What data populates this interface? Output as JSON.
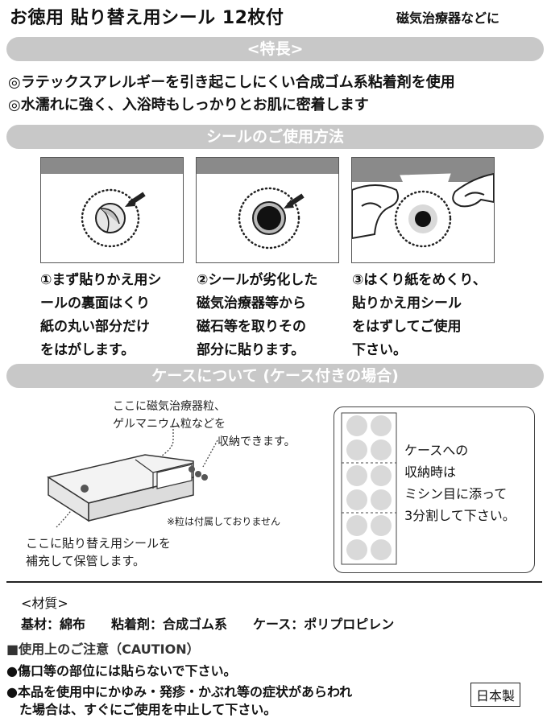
{
  "header": {
    "title": "お徳用 貼り替え用シール 12枚付",
    "subtitle": "磁気治療器などに"
  },
  "features": {
    "heading": "<特長>",
    "items": [
      "◎ラテックスアレルギーを引き起こしにくい合成ゴム系粘着剤を使用",
      "◎水濡れに強く、入浴時もしっかりとお肌に密着します"
    ]
  },
  "usage": {
    "heading": "シールのご使用方法",
    "steps": [
      {
        "lines": [
          "①まず貼りかえ用シ",
          "ールの裏面はくり",
          "紙の丸い部分だけ",
          "をはがします。"
        ]
      },
      {
        "lines": [
          "②シールが劣化した",
          "磁気治療器等から",
          "磁石等を取りその",
          "部分に貼ります。"
        ]
      },
      {
        "lines": [
          "③はくり紙をめくり、",
          "貼りかえ用シール",
          "をはずしてご使用",
          "下さい。"
        ]
      }
    ]
  },
  "case": {
    "heading": "ケースについて (ケース付きの場合)",
    "note_top": [
      "ここに磁気治療器粒、",
      "ゲルマニウム粒などを",
      "収納できます。"
    ],
    "note_small": "※粒は付属しておりません",
    "note_bottom": [
      "ここに貼り替え用シールを",
      "補充して保管します。"
    ],
    "sheet_note": [
      "ケースへの",
      "収納時は",
      "ミシン目に添って",
      "3分割して下さい。"
    ]
  },
  "materials": {
    "heading": "<材質>",
    "line": "基材：綿布　　粘着剤：合成ゴム系　　ケース：ポリプロピレン"
  },
  "caution": {
    "heading": "■使用上のご注意（CAUTION）",
    "items": [
      "●傷口等の部位には貼らないで下さい。",
      "●本品を使用中にかゆみ・発疹・かぶれ等の症状があらわれ",
      "　た場合は、すぐにご使用を中止して下さい。"
    ],
    "made_in": "日本製"
  },
  "colors": {
    "band": "#c8c8c8",
    "panel_bar": "#8a8a8a",
    "dot_fill": "#d9d9d9"
  }
}
